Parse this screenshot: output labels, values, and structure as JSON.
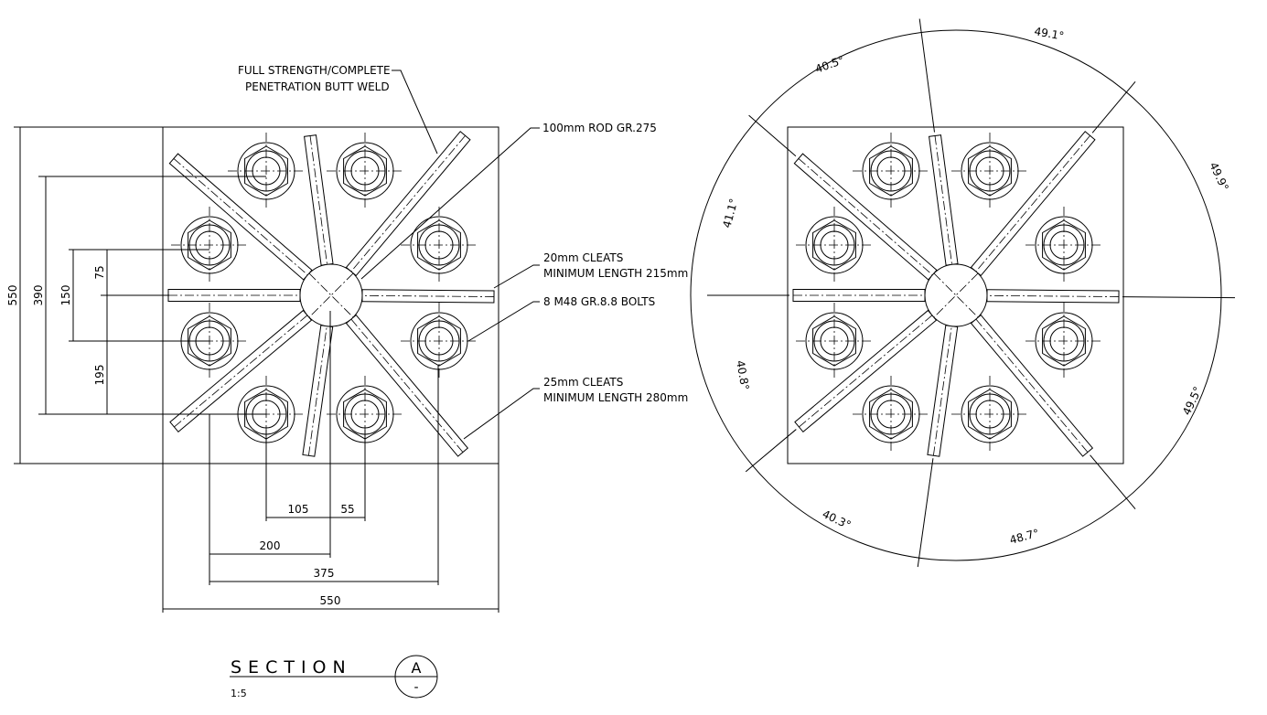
{
  "notes": {
    "weld_line1": "FULL STRENGTH/COMPLETE",
    "weld_line2": "PENETRATION BUTT WELD",
    "rod": "100mm ROD GR.275",
    "cleat20_line1": "20mm CLEATS",
    "cleat20_line2": "MINIMUM LENGTH 215mm",
    "bolts": "8 M48 GR.8.8 BOLTS",
    "cleat25_line1": "25mm CLEATS",
    "cleat25_line2": "MINIMUM LENGTH 280mm"
  },
  "dimensions": {
    "v550": "550",
    "v390": "390",
    "v150": "150",
    "v75": "75",
    "v195": "195",
    "h105": "105",
    "h55": "55",
    "h200": "200",
    "h375": "375",
    "h550": "550"
  },
  "angles": [
    "49.1°",
    "40.5°",
    "49.9°",
    "41.1°",
    "40.8°",
    "49.5°",
    "40.3°",
    "48.7°"
  ],
  "title": {
    "label": "SECTION",
    "scale": "1:5",
    "ref_top": "A",
    "ref_bottom": "-"
  }
}
